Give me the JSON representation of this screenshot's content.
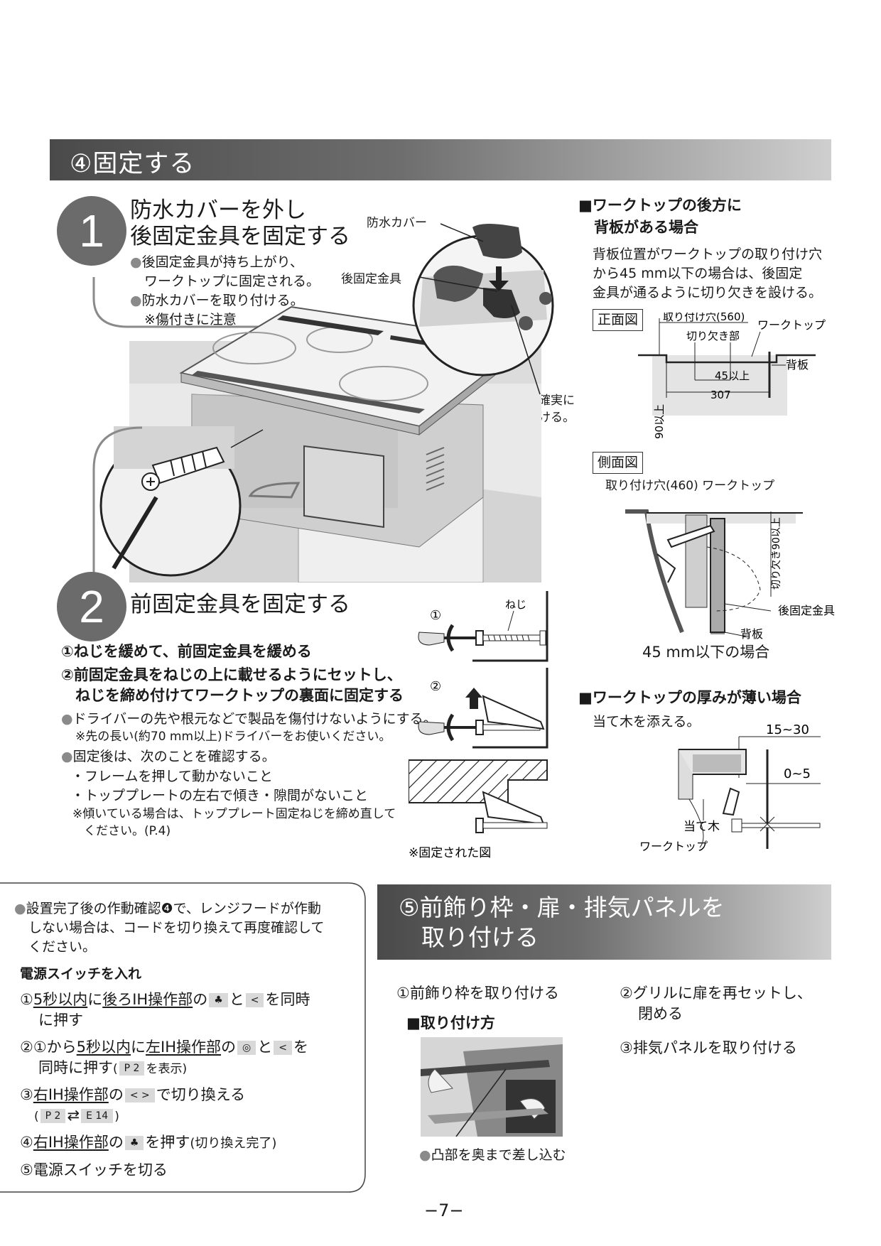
{
  "section4": {
    "title": "④固定する",
    "step1": {
      "number": "1",
      "title_line1": "防水カバーを外し",
      "title_line2": "後固定金具を固定する",
      "bullet1_line1": "後固定金具が持ち上がり、",
      "bullet1_line2": "ワークトップに固定される。",
      "bullet2_line1": "防水カバーを取り付ける。",
      "bullet2_line2": "※傷付きに注意",
      "label_cover": "防水カバー",
      "label_bracket": "後固定金具",
      "label_screw_line1": "ねじを確実に",
      "label_screw_line2": "締め付ける。"
    },
    "step2": {
      "number": "2",
      "title": "前固定金具を固定する",
      "item1": "①ねじを緩めて、前固定金具を緩める",
      "item2_line1": "②前固定金具をねじの上に載せるようにセットし、",
      "item2_line2": "ねじを締め付けてワークトップの裏面に固定する",
      "bullet1": "ドライバーの先や根元などで製品を傷付けないようにする。",
      "bullet1_note": "※先の長い(約70 mm以上)ドライバーをお使いください。",
      "bullet2": "固定後は、次のことを確認する。",
      "check1": "・フレームを押して動かないこと",
      "check2": "・トッププレートの左右で傾き・隙間がないこと",
      "note_line1": "※傾いている場合は、トッププレート固定ねじを締め直して",
      "note_line2": "ください。(P.4)",
      "diag_label_screw": "ねじ",
      "diag_num1": "①",
      "diag_num2": "②",
      "diag_caption": "※固定された図"
    },
    "backboard": {
      "heading_line1": "■ワークトップの後方に",
      "heading_line2": "背板がある場合",
      "text_line1": "背板位置がワークトップの取り付け穴",
      "text_line2": "から45 mm以下の場合は、後固定",
      "text_line3": "金具が通るように切り欠きを設ける。",
      "front_view": "正面図",
      "front_hole": "取り付け穴(560)",
      "front_notch": "切り欠き部",
      "front_worktop": "ワークトップ",
      "front_backboard": "背板",
      "front_45": "45以上",
      "front_307": "307",
      "front_90": "90以上",
      "side_view": "側面図",
      "side_hole": "取り付け穴(460)",
      "side_worktop": "ワークトップ",
      "side_notch": "切り欠き90以上",
      "side_bracket": "後固定金具",
      "side_backboard": "背板",
      "side_caption": "45 mm以下の場合"
    },
    "thin": {
      "heading": "■ワークトップの厚みが薄い場合",
      "text": "当て木を添える。",
      "dim1": "15~30",
      "dim2": "0~5",
      "label_wood": "当て木",
      "label_worktop": "ワークトップ"
    }
  },
  "notebox": {
    "intro_line1": "設置完了後の作動確認❹で、レンジフードが作動",
    "intro_line2": "しない場合は、コードを切り換えて再度確認して",
    "intro_line3": "ください。",
    "power_on": "電源スイッチを入れ",
    "s1_prefix": "①",
    "s1_u1": "5秒以内",
    "s1_mid": "に",
    "s1_u2": "後ろIH操作部",
    "s1_no": "の",
    "s1_key1": "♣",
    "s1_to": "と",
    "s1_key2": "<",
    "s1_end": "を同時",
    "s1_line2": "に押す",
    "s2_prefix": "②①から",
    "s2_u1": "5秒以内",
    "s2_mid": "に",
    "s2_u2": "左IH操作部",
    "s2_no": "の",
    "s2_key1": "◎",
    "s2_to": "と",
    "s2_key2": "<",
    "s2_end": "を",
    "s2_line2": "同時に押す",
    "s2_paren_open": "(",
    "s2_disp": "P  2",
    "s2_paren_close": "を表示)",
    "s3_prefix": "③",
    "s3_u": "右IH操作部",
    "s3_no": "の",
    "s3_key": "<  >",
    "s3_end": "で切り換える",
    "s3_open": "(",
    "s3_d1": "P  2",
    "s3_arrow": "⇄",
    "s3_d2": "E  14",
    "s3_close": ")",
    "s4_prefix": "④",
    "s4_u": "右IH操作部",
    "s4_no": "の",
    "s4_key": "♣",
    "s4_end": "を押す",
    "s4_paren": "(切り換え完了)",
    "s5": "⑤電源スイッチを切る"
  },
  "section5": {
    "title_line1": "⑤前飾り枠・扉・排気パネルを",
    "title_line2": "取り付ける",
    "item1": "①前飾り枠を取り付ける",
    "how_heading": "■取り付け方",
    "bullet": "凸部を奥まで差し込む",
    "item2_line1": "②グリルに扉を再セットし、",
    "item2_line2": "閉める",
    "item3": "③排気パネルを取り付ける"
  },
  "page_number": "−7−",
  "colors": {
    "header_dark": "#4a4a4a",
    "header_light": "#cfcfcf",
    "step_circle": "#6b6b6b",
    "bullet": "#8a8a8a"
  }
}
